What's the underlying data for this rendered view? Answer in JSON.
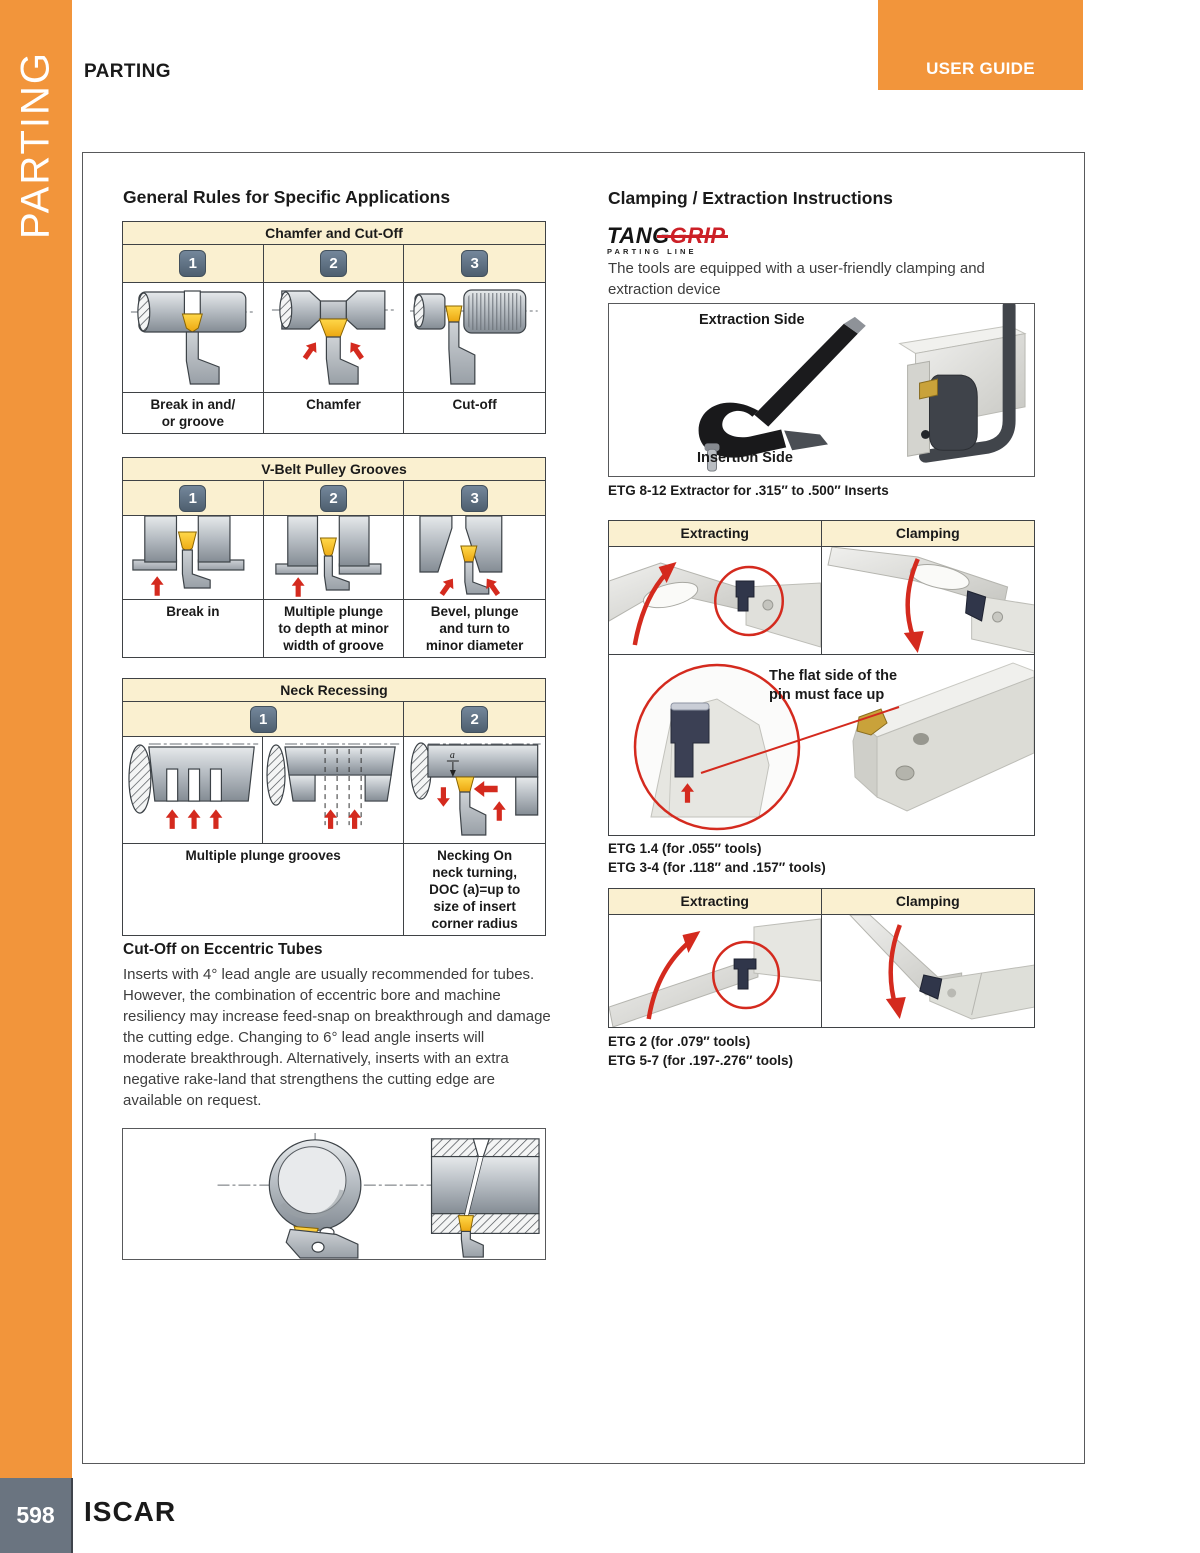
{
  "page": {
    "sidebar_label": "PARTING",
    "header_title": "PARTING",
    "user_guide": "USER GUIDE",
    "page_number": "598",
    "brand": "ISCAR"
  },
  "colors": {
    "accent_orange": "#f2953b",
    "table_header_cream": "#faf0d0",
    "badge_slate": "#5d7082",
    "arrow_red": "#d42a1e",
    "insert_yellow": "#f5c01e",
    "footer_gray": "#6a7480"
  },
  "left": {
    "title": "General Rules for Specific Applications",
    "neck_a": "a",
    "tables": [
      {
        "title": "Chamfer and Cut-Off",
        "columns": [
          {
            "num": "1",
            "caption": "Break in and/\nor groove"
          },
          {
            "num": "2",
            "caption": "Chamfer"
          },
          {
            "num": "3",
            "caption": "Cut-off"
          }
        ]
      },
      {
        "title": "V-Belt Pulley Grooves",
        "columns": [
          {
            "num": "1",
            "caption": "Break in"
          },
          {
            "num": "2",
            "caption": "Multiple plunge\nto depth at minor\nwidth of groove"
          },
          {
            "num": "3",
            "caption": "Bevel, plunge\nand turn to\nminor diameter"
          }
        ]
      },
      {
        "title": "Neck Recessing",
        "columns": [
          {
            "num": "1",
            "caption": "Multiple plunge grooves"
          },
          {
            "num": "2",
            "caption": "Necking On\nneck turning,\nDOC (a)=up to\nsize of insert\ncorner radius"
          }
        ]
      }
    ],
    "eccentric": {
      "title": "Cut-Off on Eccentric Tubes",
      "body": "Inserts with 4° lead angle are usually recommended for tubes. However, the combination of eccentric bore and machine resiliency may increase feed-snap on breakthrough and damage the cutting edge. Changing to 6° lead angle inserts will moderate breakthrough. Alternatively, inserts with an extra negative rake-land that strengthens the cutting edge are available on request."
    }
  },
  "right": {
    "title": "Clamping / Extraction Instructions",
    "logo": {
      "part1": "TANG",
      "part2": "GRIP",
      "subtitle": "PARTING LINE"
    },
    "intro": "The tools are equipped with a user-friendly clamping and extraction device",
    "extractor": {
      "label_top": "Extraction Side",
      "label_bottom": "Insertion Side",
      "caption": "ETG 8-12 Extractor for .315″ to .500″ Inserts"
    },
    "table1": {
      "headers": [
        "Extracting",
        "Clamping"
      ],
      "note": "The flat side of the\npin must face up",
      "captions": [
        "ETG 1.4 (for .055″ tools)",
        "ETG 3-4 (for .118″ and .157″ tools)"
      ]
    },
    "table2": {
      "headers": [
        "Extracting",
        "Clamping"
      ],
      "captions": [
        "ETG 2 (for .079″ tools)",
        "ETG 5-7 (for .197-.276″ tools)"
      ]
    }
  }
}
